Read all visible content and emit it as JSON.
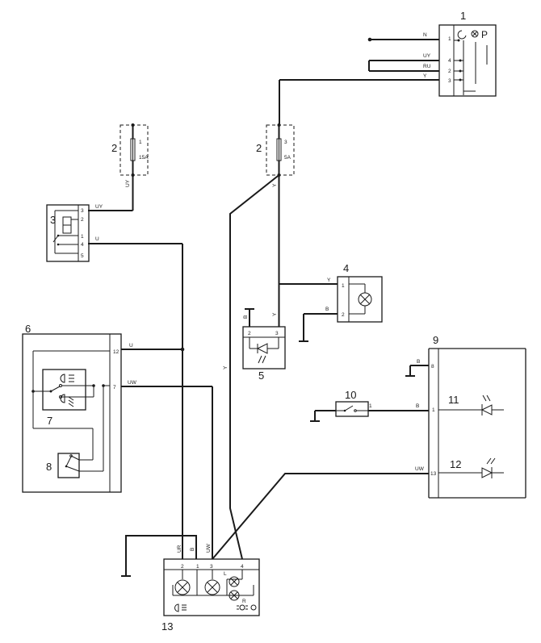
{
  "components": {
    "c1": "1",
    "c2a": "2",
    "c2b": "2",
    "c3": "3",
    "c4": "4",
    "c5": "5",
    "c6": "6",
    "c7": "7",
    "c8": "8",
    "c9": "9",
    "c10": "10",
    "c11": "11",
    "c12": "12",
    "c13": "13"
  },
  "switch_symbols": {
    "park": "P"
  },
  "fuses": {
    "f1_pin": "1",
    "f1_rating": "15A",
    "f2_pin": "3",
    "f2_rating": "5A"
  },
  "wires": {
    "n": "N",
    "uy_top": "UY",
    "ru": "RU",
    "y_top": "Y",
    "uy_fuse": "UY",
    "y_fuse": "Y",
    "uy_relay": "UY",
    "u_relay": "U",
    "y_lamp": "Y",
    "b_lamp": "B",
    "b_sensor": "B",
    "y_sensor": "Y",
    "u_switch": "U",
    "uw_switch": "UW",
    "y_long": "Y",
    "b_panel": "B",
    "b_panel2": "B",
    "uw_panel": "UW",
    "ur_clus": "UR",
    "b_clus": "B",
    "uw_clus": "UW"
  },
  "pins": {
    "sw1_1": "1",
    "sw1_4": "4",
    "sw1_2": "2",
    "sw1_3": "3",
    "rel_3": "3",
    "rel_2": "2",
    "rel_1": "1",
    "rel_4": "4",
    "rel_5": "5",
    "lamp_1": "1",
    "lamp_2": "2",
    "sen_2": "2",
    "sen_3": "3",
    "sw6_12": "12",
    "sw6_7": "7",
    "p9_8": "8",
    "p9_1": "1",
    "p9_13": "13",
    "sw10_1": "1",
    "cl_2": "2",
    "cl_1": "1",
    "cl_3": "3",
    "cl_4": "4",
    "cl_l": "L",
    "cl_r": "R"
  }
}
